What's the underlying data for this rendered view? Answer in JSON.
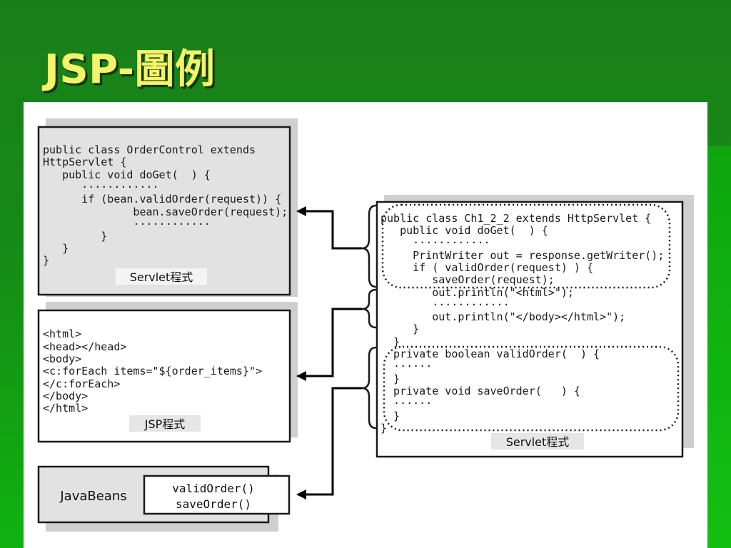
{
  "slide": {
    "title": "JSP-圖例"
  },
  "servlet_top": {
    "lines": [
      "public class OrderControl extends",
      "HttpServlet {",
      "   public void doGet(  ) {",
      "      ············",
      "      if (bean.validOrder(request)) {",
      "              bean.saveOrder(request);",
      "              ············",
      "         }",
      "   }",
      "}"
    ],
    "label": "Servlet程式"
  },
  "jsp": {
    "lines": [
      "<html>",
      "<head></head>",
      "<body>",
      "<c:forEach items=\"${order_items}\">",
      "</c:forEach>",
      "</body>",
      "</html>"
    ],
    "label": "JSP程式"
  },
  "javabeans": {
    "label": "JavaBeans",
    "methods": [
      "validOrder()",
      "saveOrder()"
    ]
  },
  "servlet_right": {
    "lines": [
      "public class Ch1_2_2 extends HttpServlet {",
      "   public void doGet(  ) {",
      "     ············",
      "     PrintWriter out = response.getWriter();",
      "     if ( validOrder(request) ) {",
      "        saveOrder(request);",
      "        out.println(\"<html>\");",
      "        ············",
      "        out.println(\"</body></html>\");",
      "     }",
      "  }",
      "  private boolean validOrder(  ) {",
      "  ······",
      "  }",
      "  private void saveOrder(   ) {",
      "  ······",
      "  }",
      "}"
    ],
    "label": "Servlet程式"
  }
}
